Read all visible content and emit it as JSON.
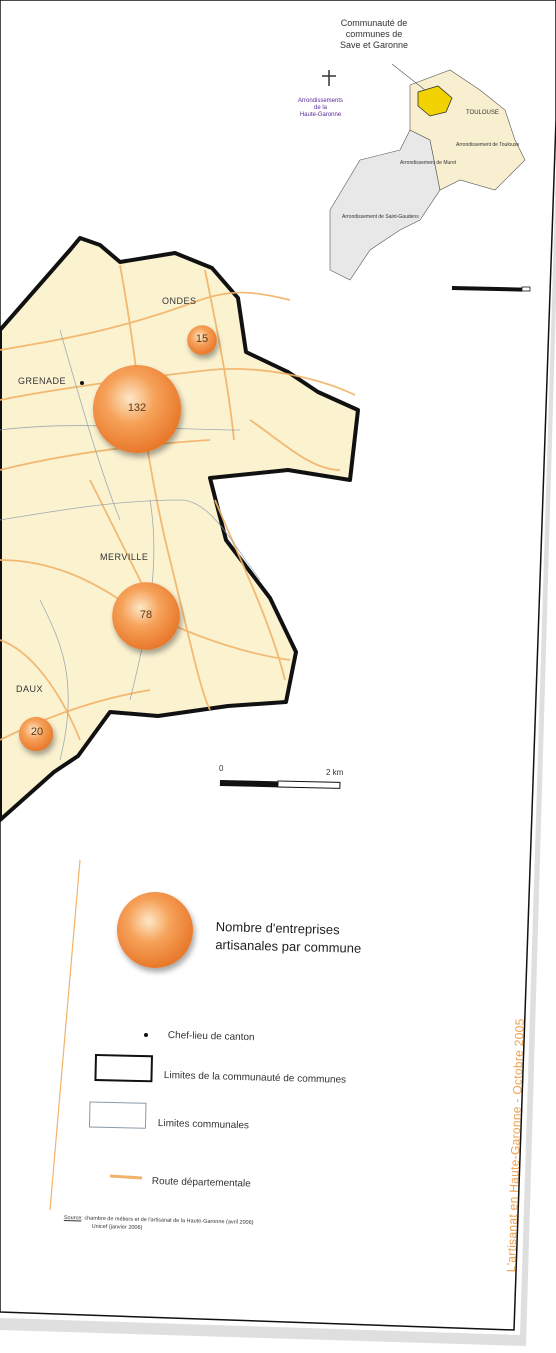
{
  "inset": {
    "title_lines": [
      "Communauté de",
      "communes de",
      "Save et Garonne"
    ],
    "arrondissement_haute_garonne": [
      "Arrondissements",
      "de la",
      "Haute-Garonne"
    ],
    "labels": {
      "toulouse": "TOULOUSE",
      "right_area": "Arrondissement de Toulouse",
      "muret": "Arrondissement de Muret",
      "saint_gaudens": "Arrondissement de Saint-Gaudens"
    },
    "colors": {
      "highlight": "#f2d200",
      "region": "#f7efcf",
      "other": "#e8e8e8"
    }
  },
  "map": {
    "communes": [
      {
        "name": "ONDES",
        "value": 15
      },
      {
        "name": "GRENADE",
        "value": 132
      },
      {
        "name": "MERVILLE",
        "value": 78
      },
      {
        "name": "DAUX",
        "value": 20
      }
    ],
    "scale": {
      "start": "0",
      "end": "2 km"
    },
    "colors": {
      "fill": "#fbf2d0",
      "boundary": "#111111",
      "road": "#f2b36a",
      "bubble": "#f3903e"
    }
  },
  "legend": {
    "bubble_title_line1": "Nombre d'entreprises",
    "bubble_title_line2": "artisanales par commune",
    "chef_lieu": "Chef-lieu de canton",
    "limite_cc": "Limites de la communauté de communes",
    "limite_communes": "Limites communales",
    "route": "Route départementale",
    "source_label": "Source",
    "source_line1": ": chambre de métiers et de l'artisanat de la Haute-Garonne (avril 2006)",
    "source_line2": "Unicef (janvier 2006)"
  },
  "vertical_caption": "L'artisanat en Haute-Garonne - Octobre 2005"
}
